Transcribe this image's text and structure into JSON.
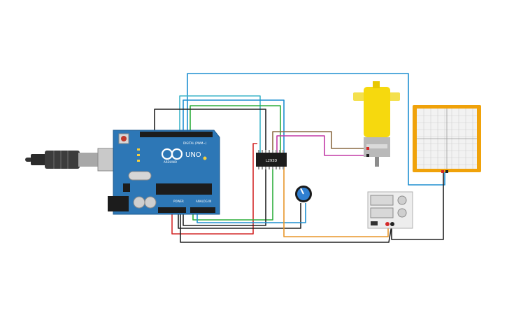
{
  "arduino": {
    "brand_label": "ARDUINO",
    "model_label": "UNO",
    "digital_label": "DIGITAL (PWM~)",
    "power_label": "POWER",
    "analog_label": "ANALOG IN",
    "board_color": "#2d77b6"
  },
  "driver_chip": {
    "label": "L293D"
  },
  "wire_colors": {
    "red": "#d42a2a",
    "black": "#222222",
    "blue": "#1e8fd1",
    "green": "#2eae3c",
    "orange": "#e8952a",
    "brown": "#8a6a43",
    "magenta": "#c23aa6",
    "teal": "#3fb6c9"
  },
  "icons": [
    "usb-cable-icon",
    "motor-icon",
    "potentiometer-icon",
    "power-supply-icon",
    "oscilloscope-icon"
  ]
}
